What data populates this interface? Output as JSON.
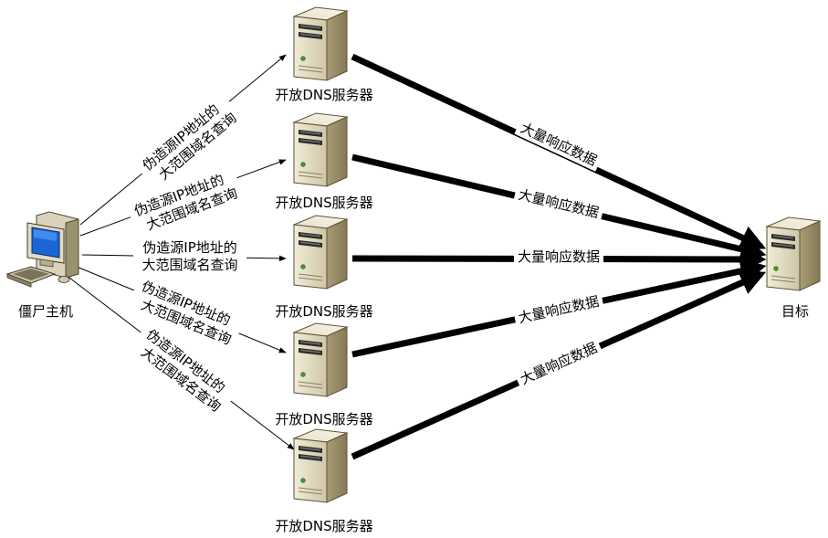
{
  "zombie_label": "僵尸主机",
  "target_label": "目标",
  "server_label": "开放DNS服务器",
  "query_label": {
    "line1": "伪造源IP地址的",
    "line2": "大范围域名查询"
  },
  "response_label": "大量响应数据",
  "servers": [
    {
      "id": 1,
      "label": "开放DNS服务器"
    },
    {
      "id": 2,
      "label": "开放DNS服务器"
    },
    {
      "id": 3,
      "label": "开放DNS服务器"
    },
    {
      "id": 4,
      "label": "开放DNS服务器"
    },
    {
      "id": 5,
      "label": "开放DNS服务器"
    }
  ],
  "icons": {
    "zombie": "desktop-computer-icon",
    "server": "server-tower-icon",
    "target": "server-tower-icon"
  }
}
